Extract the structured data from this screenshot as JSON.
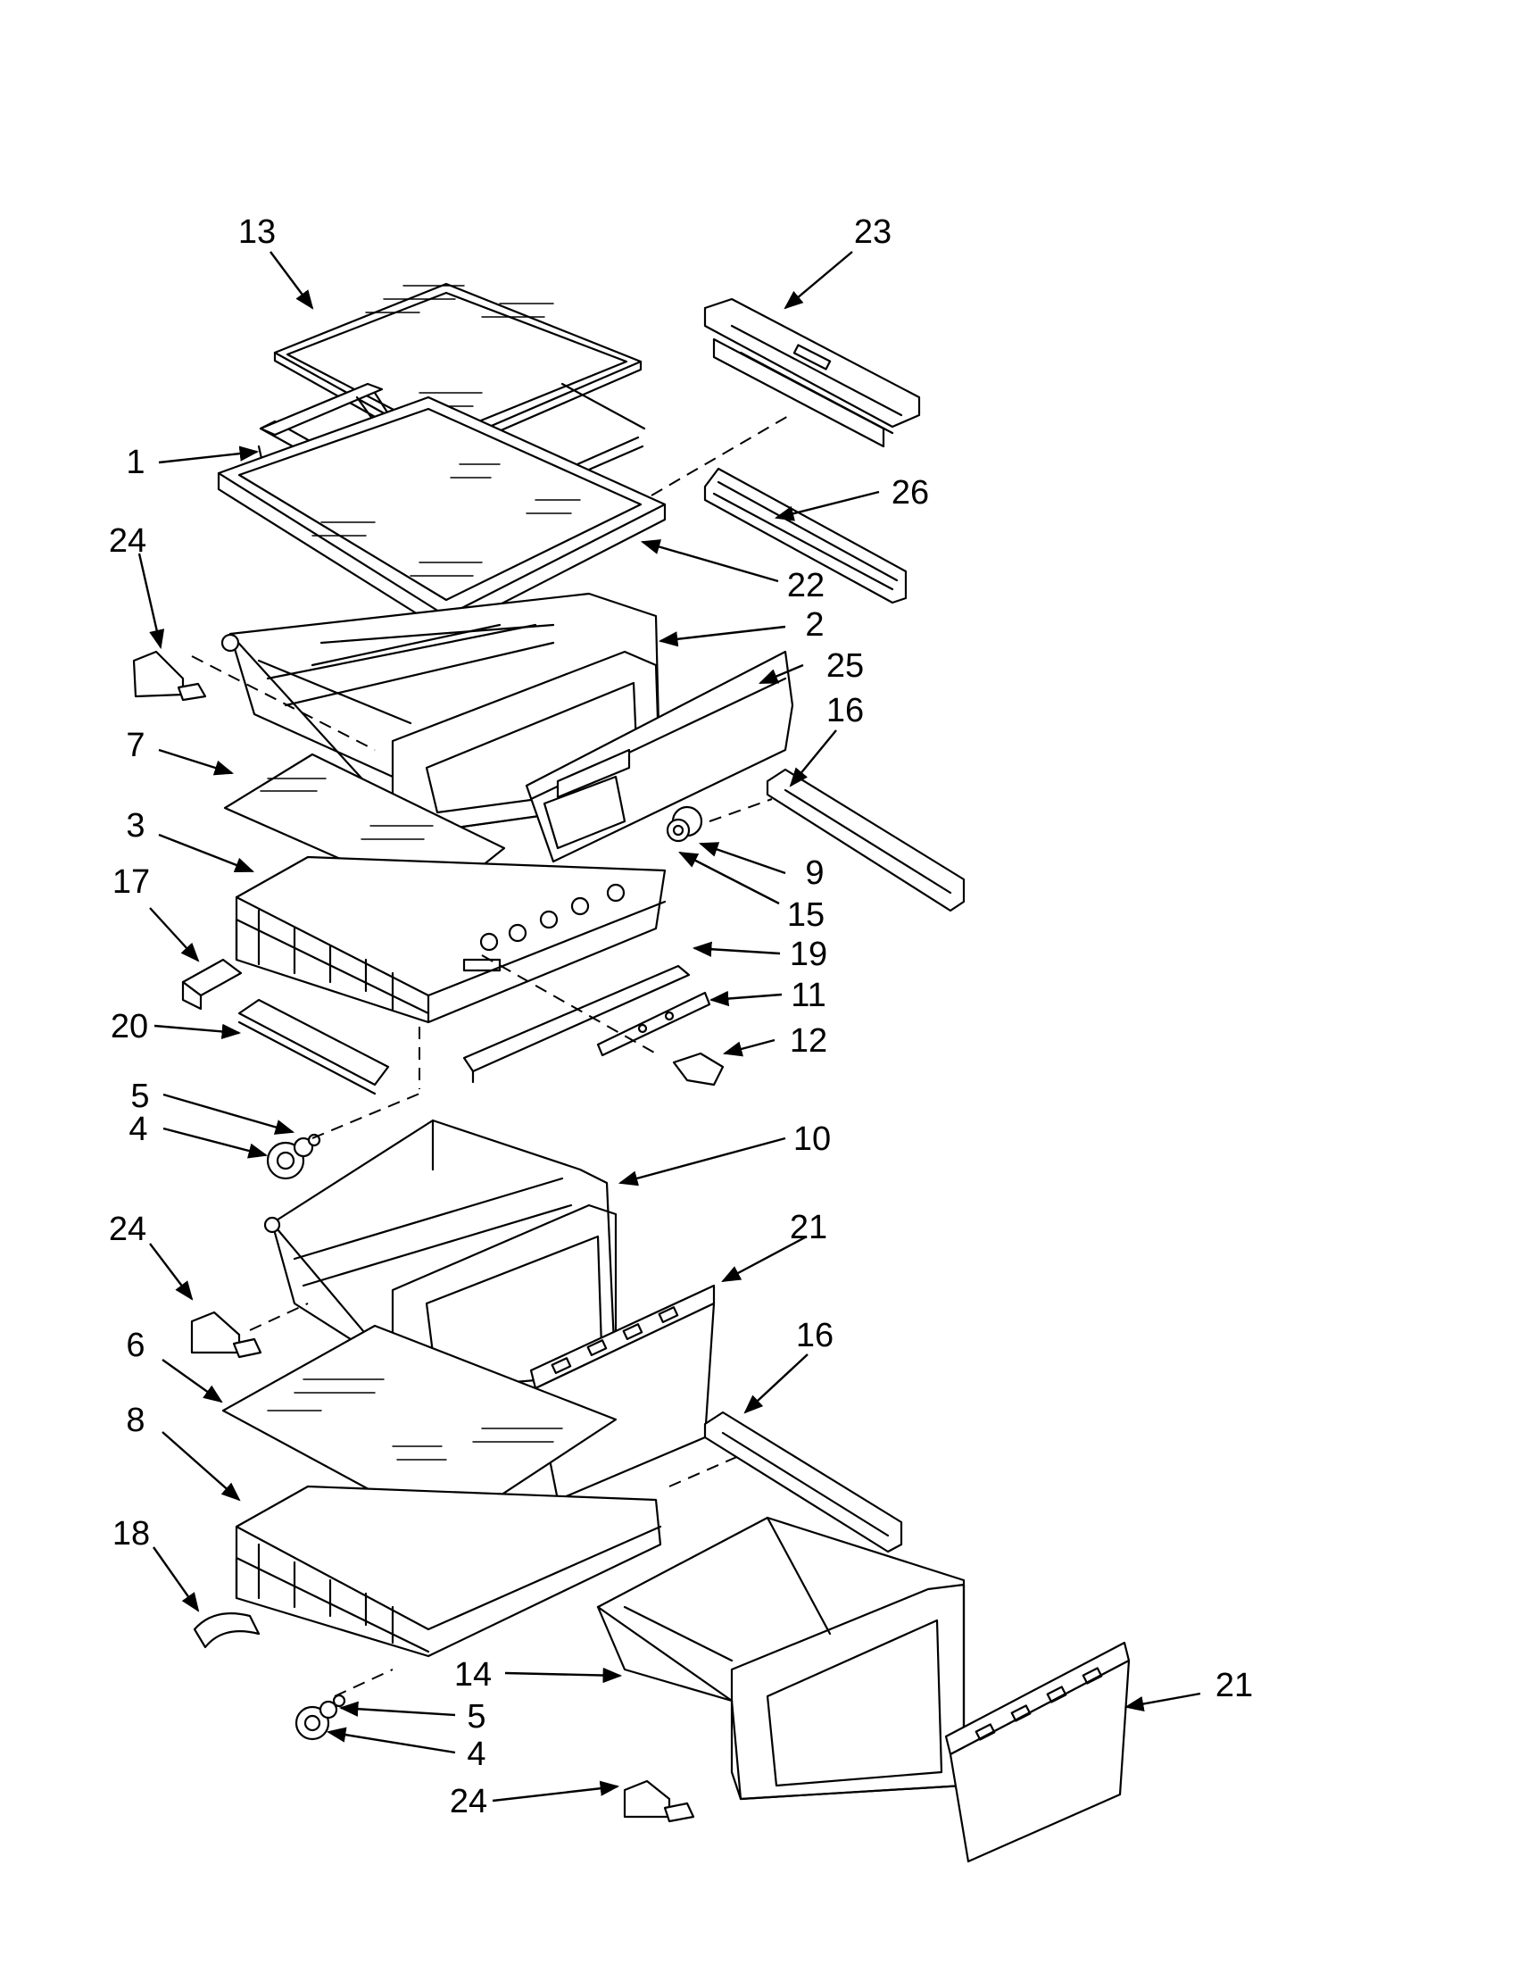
{
  "callouts": [
    {
      "id": "c13",
      "label": "13"
    },
    {
      "id": "c23",
      "label": "23"
    },
    {
      "id": "c1",
      "label": "1"
    },
    {
      "id": "c26",
      "label": "26"
    },
    {
      "id": "c24a",
      "label": "24"
    },
    {
      "id": "c22",
      "label": "22"
    },
    {
      "id": "c2",
      "label": "2"
    },
    {
      "id": "c25",
      "label": "25"
    },
    {
      "id": "c16a",
      "label": "16"
    },
    {
      "id": "c7",
      "label": "7"
    },
    {
      "id": "c3",
      "label": "3"
    },
    {
      "id": "c9",
      "label": "9"
    },
    {
      "id": "c15",
      "label": "15"
    },
    {
      "id": "c17",
      "label": "17"
    },
    {
      "id": "c19",
      "label": "19"
    },
    {
      "id": "c11",
      "label": "11"
    },
    {
      "id": "c20",
      "label": "20"
    },
    {
      "id": "c12",
      "label": "12"
    },
    {
      "id": "c5a",
      "label": "5"
    },
    {
      "id": "c4a",
      "label": "4"
    },
    {
      "id": "c10",
      "label": "10"
    },
    {
      "id": "c24b",
      "label": "24"
    },
    {
      "id": "c21a",
      "label": "21"
    },
    {
      "id": "c6",
      "label": "6"
    },
    {
      "id": "c16b",
      "label": "16"
    },
    {
      "id": "c8",
      "label": "8"
    },
    {
      "id": "c18",
      "label": "18"
    },
    {
      "id": "c14",
      "label": "14"
    },
    {
      "id": "c21b",
      "label": "21"
    },
    {
      "id": "c5b",
      "label": "5"
    },
    {
      "id": "c4b",
      "label": "4"
    },
    {
      "id": "c24c",
      "label": "24"
    }
  ]
}
